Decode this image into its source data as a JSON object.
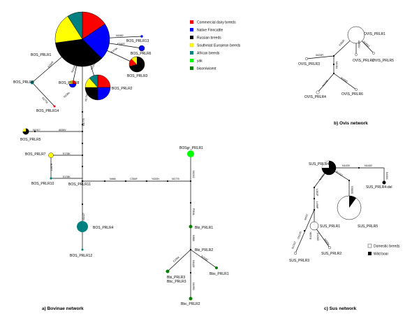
{
  "legend": {
    "items": [
      {
        "label": "Commercial dairy breeds",
        "color": "#ff0000"
      },
      {
        "label": "Native Finncattle",
        "color": "#0000ff"
      },
      {
        "label": "Russian breeds",
        "color": "#000000"
      },
      {
        "label": "Southeast European breeds",
        "color": "#ffff00"
      },
      {
        "label": "African breeds",
        "color": "#008080"
      },
      {
        "label": "yak",
        "color": "#00ff00"
      },
      {
        "label": "bison/wisent",
        "color": "#008000"
      }
    ]
  },
  "sus_legend": {
    "items": [
      {
        "label": "Domestic breeds",
        "color": "#ffffff"
      },
      {
        "label": "Wild boar",
        "color": "#000000"
      }
    ]
  },
  "captions": {
    "bovinae": "a) Bovinae network",
    "ovis": "b) Ovis network",
    "sus": "c) Sus network"
  },
  "bovinae": {
    "nodes": {
      "bos1": "BOS_PRLR1",
      "bos2": "BOS_PRLR2",
      "bos3": "BOS_PRLR3",
      "bos4": "BOS_PRLR4",
      "bos5": "BOS_PRLR5",
      "bos6": "BOS_PRLR6",
      "bos7": "BOS_PRLR7",
      "bos8": "BOS_PRLR8",
      "bos9": "BOS_PRLR9",
      "bos10": "BOS_PRLR10",
      "bos11": "BOS_PRLR11",
      "bos12": "BOS_PRLR12",
      "bos13": "BOS_PRLR13",
      "bos14": "BOS_PRLR14",
      "bosgr": "BOSgr_PRLR1",
      "bbi1": "Bbi_PRLR1",
      "bbi2": "Bbi_PRLR2",
      "bbi3": "Bbi_PRLR3",
      "bbc3": "Bbc_PRLR3",
      "bbc2": "Bbc_PRLR2",
      "bbs1": "Bbs_PRLR1"
    },
    "mutations": {
      "m1": "N1682",
      "m2": "F340S",
      "m3": "E379K",
      "m4": "N1945",
      "m5": "N1156",
      "m6": "N2162",
      "m7": "N1778",
      "m8": "N1080",
      "m9": "N1754",
      "m10": "N1775",
      "m11": "N1917",
      "m12": "A536V",
      "m13": "E178K",
      "m14": "L497R",
      "m15": "E178K",
      "m16": "N966",
      "m17": "C354F",
      "m18": "Y420H",
      "m19": "N1775",
      "m20": "N1342",
      "m21": "P351L",
      "m22": "N1427",
      "m23": "N888",
      "m24": "N1126",
      "m25": "E195K",
      "m26": "N2160",
      "m27": "N1990"
    }
  },
  "ovis": {
    "nodes": {
      "o1": "OVIS_PRLR1",
      "o2": "OVIS_PRLR2",
      "o3": "OVIS_PRLR3",
      "o4": "OVIS_PRLR4",
      "o5": "OVIS_PRLR5",
      "o6": "OVIS_PRLR6"
    },
    "mutations": {
      "om1": "S433R",
      "om2": "E350K",
      "om3": "A563V",
      "om4": "N1832",
      "om5": "N1311",
      "om6": "N1748",
      "om7": "N1650"
    }
  },
  "sus": {
    "nodes": {
      "s1": "SUS_PRLR1",
      "s2": "SUS_PRLR2",
      "s3": "SUS_PRLR3",
      "s4": "SUS_PRLR4",
      "s5": "SUS_PRLR5",
      "s4del": "SUS_PRLR4-del"
    },
    "mutations": {
      "sm1": "N1439",
      "sm2": "N1440",
      "sm3": "N4004",
      "sm4": "N1452",
      "sm5": "N1310",
      "sm6": "G583S",
      "sm7": "L302P",
      "sm8": "L496P",
      "sm9": "N670",
      "sm10": "G514S",
      "sm11": "D426G",
      "sm12": "N1310",
      "sm13": "A450V",
      "sm14": "E420K"
    }
  }
}
